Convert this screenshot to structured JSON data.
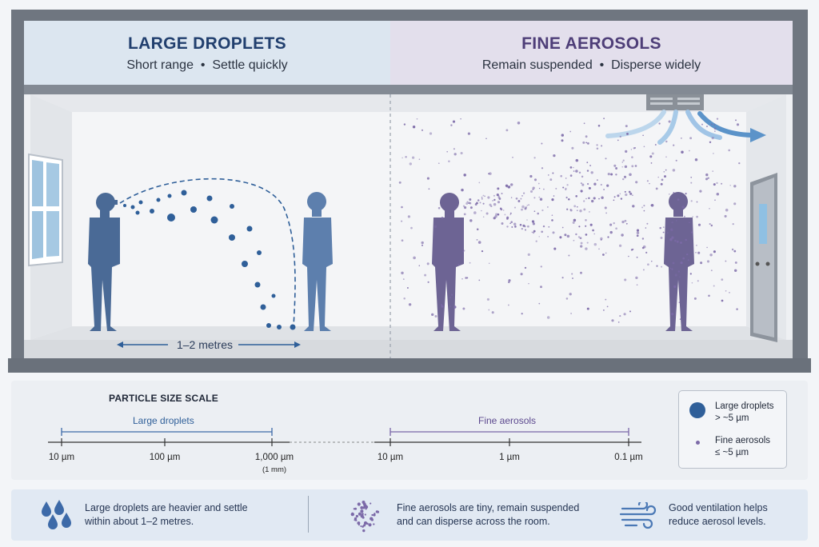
{
  "left_panel": {
    "title": "LARGE DROPLETS",
    "subtitle": "Short range  •  Settle quickly",
    "distance_label": "1–2 metres"
  },
  "right_panel": {
    "title": "FINE AEROSOLS",
    "subtitle": "Remain suspended  •  Disperse widely"
  },
  "scale": {
    "title": "PARTICLE SIZE SCALE",
    "large_caption": "Large droplets",
    "fine_caption": "Fine aerosols",
    "large_ticks": [
      "10 µm",
      "100 µm",
      "1,000 µm"
    ],
    "large_note": "(1 mm)",
    "fine_ticks": [
      "10 µm",
      "1 µm",
      "0.1 µm"
    ]
  },
  "legend": {
    "large_label": "Large droplets",
    "large_size": "> ~5 µm",
    "fine_label": "Fine aerosols",
    "fine_size": "≤ ~5 µm"
  },
  "info": {
    "droplets_text_1": "Large droplets are heavier and settle",
    "droplets_text_2": "within about 1–2 metres.",
    "aerosols_text_1": "Fine aerosols are tiny, remain suspended",
    "aerosols_text_2": "and can disperse across the room.",
    "ventilation_text_1": "Good ventilation helps",
    "ventilation_text_2": "reduce aerosol levels."
  },
  "colors": {
    "droplet_blue": "#2f5f99",
    "aerosol_purple": "#7c6aa8",
    "person_left": "#4a6a96",
    "person_right_blue": "#5d7fad",
    "person_purple": "#6d6494",
    "airflow": "#5b93c9"
  },
  "icons": [
    "droplets-icon",
    "aerosol-cloud-icon",
    "wind-icon",
    "vent-icon",
    "window-icon",
    "door-icon"
  ]
}
